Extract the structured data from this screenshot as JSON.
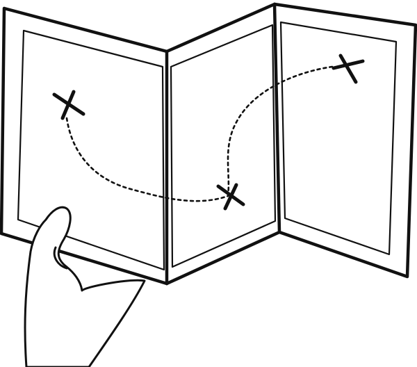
{
  "illustration": {
    "subject": "folded-treasure-map",
    "panels": 3,
    "markers": 3,
    "marker_icon": "x-mark-icon",
    "route_style": "dotted",
    "hand_icon": "hand-icon",
    "ink_color": "#111111",
    "paper_color": "#ffffff"
  }
}
